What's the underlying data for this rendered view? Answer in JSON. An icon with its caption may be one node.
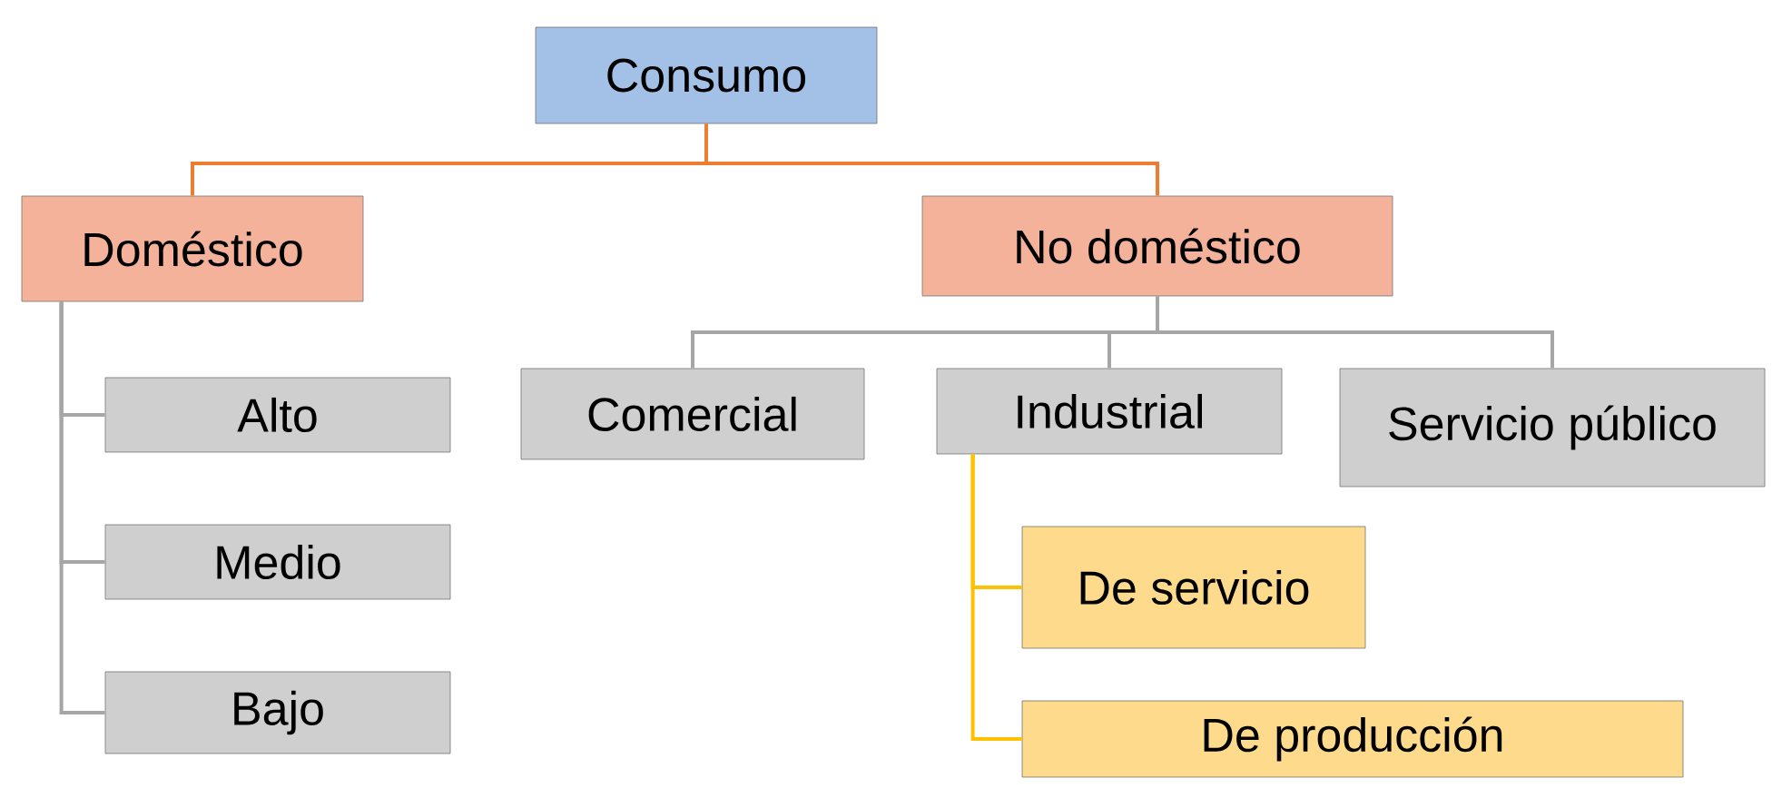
{
  "diagram": {
    "nodes": [
      {
        "text": [
          "Consumo"
        ]
      },
      {
        "text": [
          "Doméstico"
        ]
      },
      {
        "text": [
          "No doméstico"
        ]
      },
      {
        "text": [
          "Comercial"
        ]
      },
      {
        "text": [
          "Industrial"
        ]
      },
      {
        "text": [
          "Servicio público"
        ]
      },
      {
        "text": [
          "Alto"
        ]
      },
      {
        "text": [
          "Medio"
        ]
      },
      {
        "text": [
          "Bajo"
        ]
      },
      {
        "text": [
          "De servicio"
        ]
      },
      {
        "text": [
          "De producción"
        ]
      }
    ],
    "edges": [
      {
        "from": 0,
        "to": 1,
        "arrow": "none",
        "color": "#ed7d31"
      },
      {
        "from": 0,
        "to": 2,
        "arrow": "none",
        "color": "#ed7d31"
      },
      {
        "from": 2,
        "to": 3,
        "arrow": "none"
      },
      {
        "from": 2,
        "to": 4,
        "arrow": "none"
      },
      {
        "from": 2,
        "to": 5,
        "arrow": "none"
      },
      {
        "from": 1,
        "to": 6,
        "arrow": "none"
      },
      {
        "from": 1,
        "to": 7,
        "arrow": "none"
      },
      {
        "from": 1,
        "to": 8,
        "arrow": "none"
      },
      {
        "from": 4,
        "to": 9,
        "arrow": "none",
        "color": "#ffc000"
      },
      {
        "from": 4,
        "to": 10,
        "arrow": "none",
        "color": "#ffc000"
      }
    ]
  }
}
